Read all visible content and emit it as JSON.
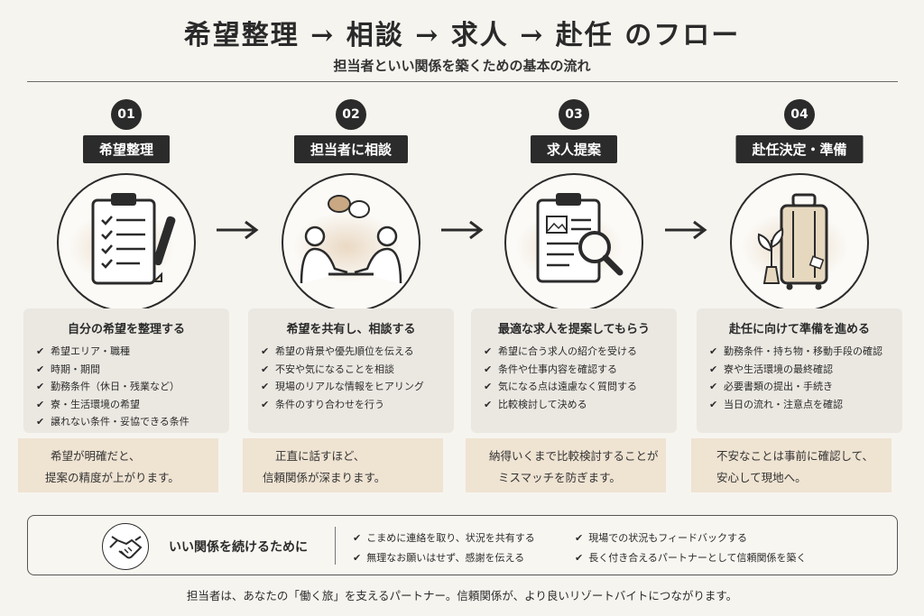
{
  "title": "希望整理 → 相談 → 求人 → 赴任 のフロー",
  "subtitle": "担当者といい関係を築くための基本の流れ",
  "steps": [
    {
      "number": "01",
      "label": "希望整理",
      "icon": "clipboard-checklist-icon",
      "card_title": "自分の希望を整理する",
      "items": [
        "希望エリア・職種",
        "時期・期間",
        "勤務条件（休日・残業など）",
        "寮・生活環境の希望",
        "譲れない条件・妥協できる条件"
      ],
      "note_line1": "希望が明確だと、",
      "note_line2": "提案の精度が上がります。"
    },
    {
      "number": "02",
      "label": "担当者に相談",
      "icon": "consultation-icon",
      "card_title": "希望を共有し、相談する",
      "items": [
        "希望の背景や優先順位を伝える",
        "不安や気になることを相談",
        "現場のリアルな情報をヒアリング",
        "条件のすり合わせを行う"
      ],
      "note_line1": "正直に話すほど、",
      "note_line2": "信頼関係が深まります。"
    },
    {
      "number": "03",
      "label": "求人提案",
      "icon": "document-search-icon",
      "card_title": "最適な求人を提案してもらう",
      "items": [
        "希望に合う求人の紹介を受ける",
        "条件や仕事内容を確認する",
        "気になる点は遠慮なく質問する",
        "比較検討して決める"
      ],
      "note_line1": "納得いくまで比較検討することが",
      "note_line2": "ミスマッチを防ぎます。"
    },
    {
      "number": "04",
      "label": "赴任決定・準備",
      "icon": "suitcase-icon",
      "card_title": "赴任に向けて準備を進める",
      "items": [
        "勤務条件・持ち物・移動手段の確認",
        "寮や生活環境の最終確認",
        "必要書類の提出・手続き",
        "当日の流れ・注意点を確認"
      ],
      "note_line1": "不安なことは事前に確認して、",
      "note_line2": "安心して現地へ。"
    }
  ],
  "bottom": {
    "title": "いい関係を続けるために",
    "items": [
      "こまめに連絡を取り、状況を共有する",
      "現場での状況もフィードバックする",
      "無理なお願いはせず、感謝を伝える",
      "長く付き合えるパートナーとして信頼関係を築く"
    ]
  },
  "footer": "担当者は、あなたの「働く旅」を支えるパートナー。信頼関係が、より良いリゾートバイトにつながります。",
  "check_mark": "✔",
  "colors": {
    "dark": "#2b2b2b",
    "card": "#ebe8e2",
    "note": "#efe3d2",
    "background": "#f6f4ef"
  }
}
